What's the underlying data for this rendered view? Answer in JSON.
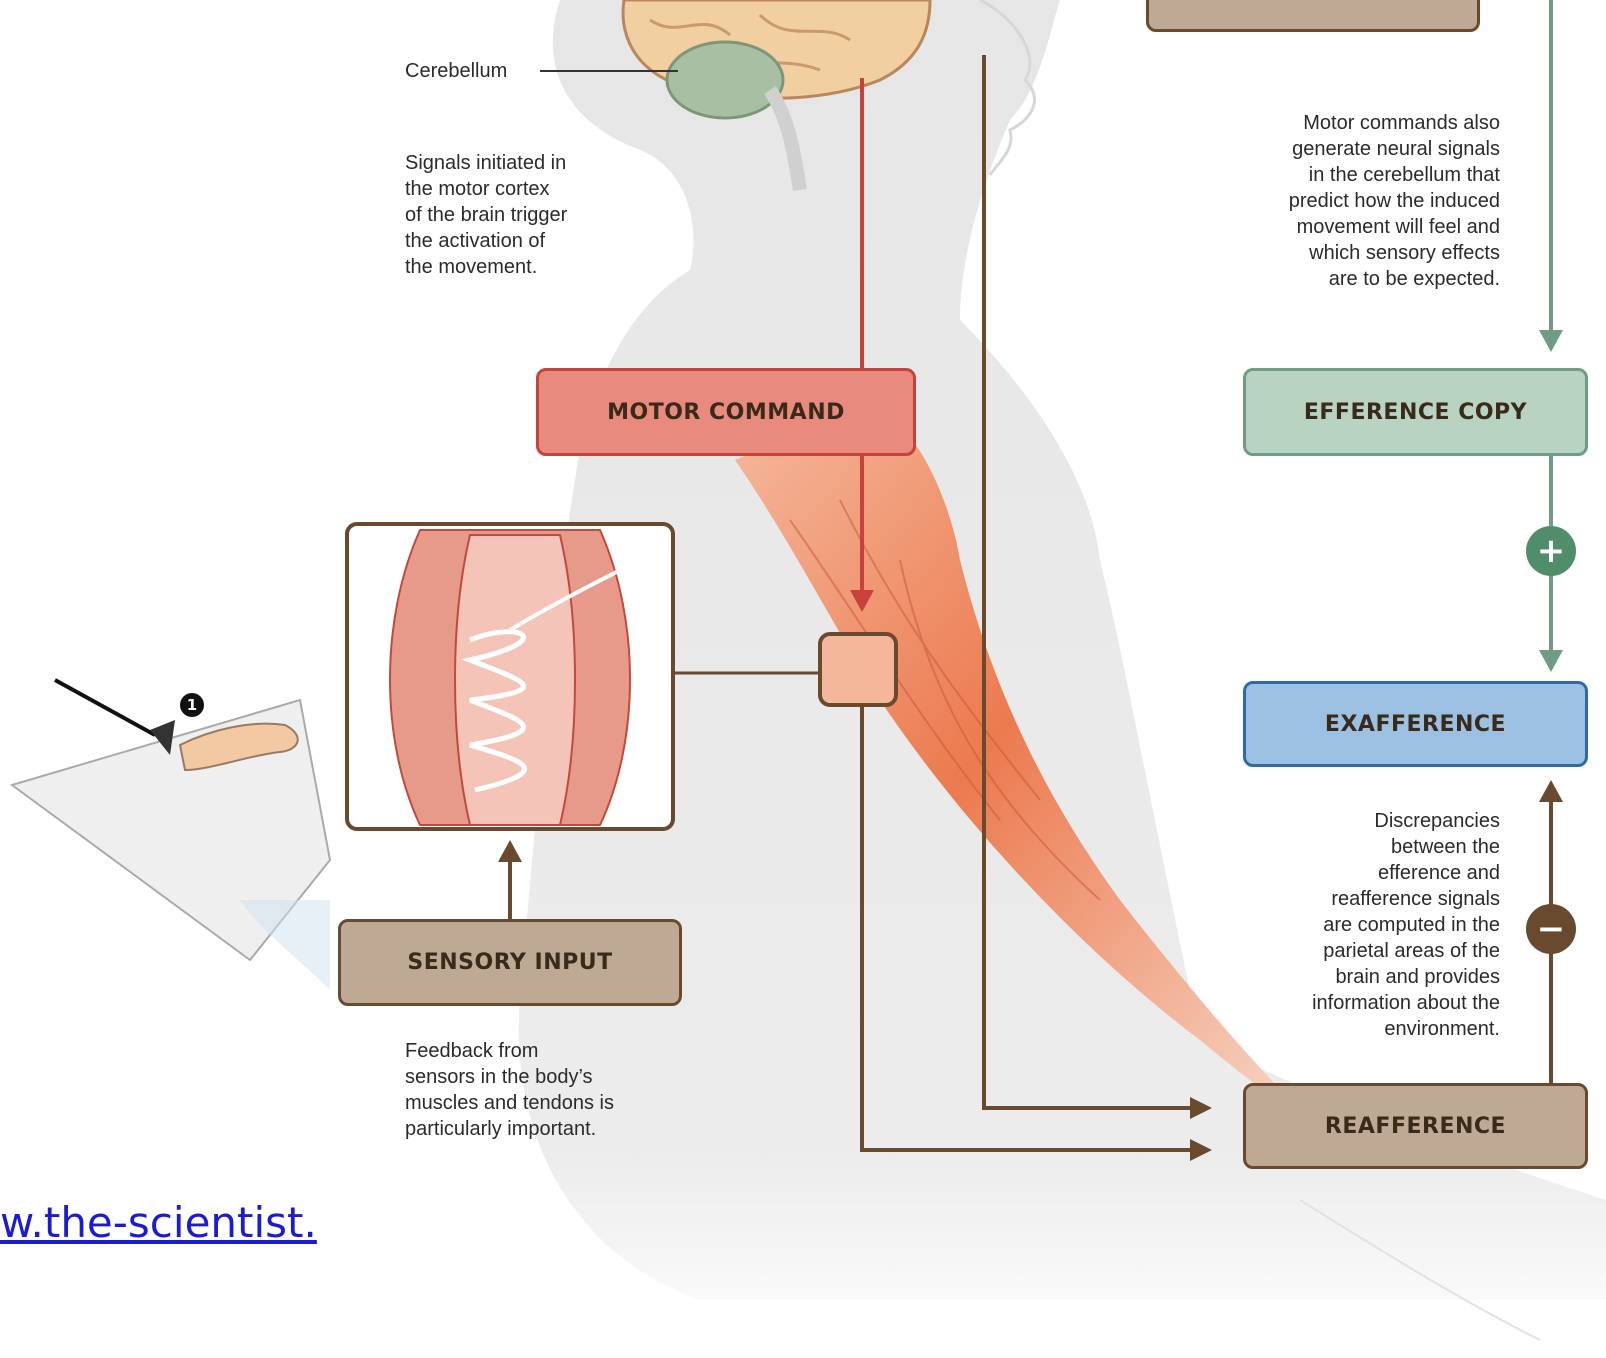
{
  "labels": {
    "cerebellum": "Cerebellum",
    "motor_cortex_note": "Signals initiated in\nthe motor cortex\nof the brain trigger\nthe activation of\nthe movement.",
    "cerebellum_note": "Motor commands also\ngenerate neural signals\nin the cerebellum that\npredict how the induced\nmovement will feel and\nwhich sensory effects\nare to be expected.",
    "discrepancy_note": "Discrepancies\nbetween the\nefference and\nreafference signals\nare computed in the\nparietal areas of the\nbrain and provides\ninformation about the\nenvironment.",
    "feedback_note": "Feedback from\nsensors in the body’s\nmuscles and tendons is\nparticularly important."
  },
  "boxes": {
    "motor_command": "MOTOR COMMAND",
    "efference_copy": "EFFERENCE COPY",
    "exafference": "EXAFFERENCE",
    "reafference": "REAFFERENCE",
    "sensory_input": "SENSORY INPUT"
  },
  "operators": {
    "plus": "+",
    "minus": "−"
  },
  "step_badge": "1",
  "source_link": "w.the-scientist.",
  "colors": {
    "motor_red": "#c8423c",
    "efference_green": "#6e9c84",
    "exafference_blue": "#2e6ba8",
    "afferent_brown": "#6a4a2e",
    "muscle_orange": "#e9764f",
    "body_gray": "#e2e2e2"
  }
}
